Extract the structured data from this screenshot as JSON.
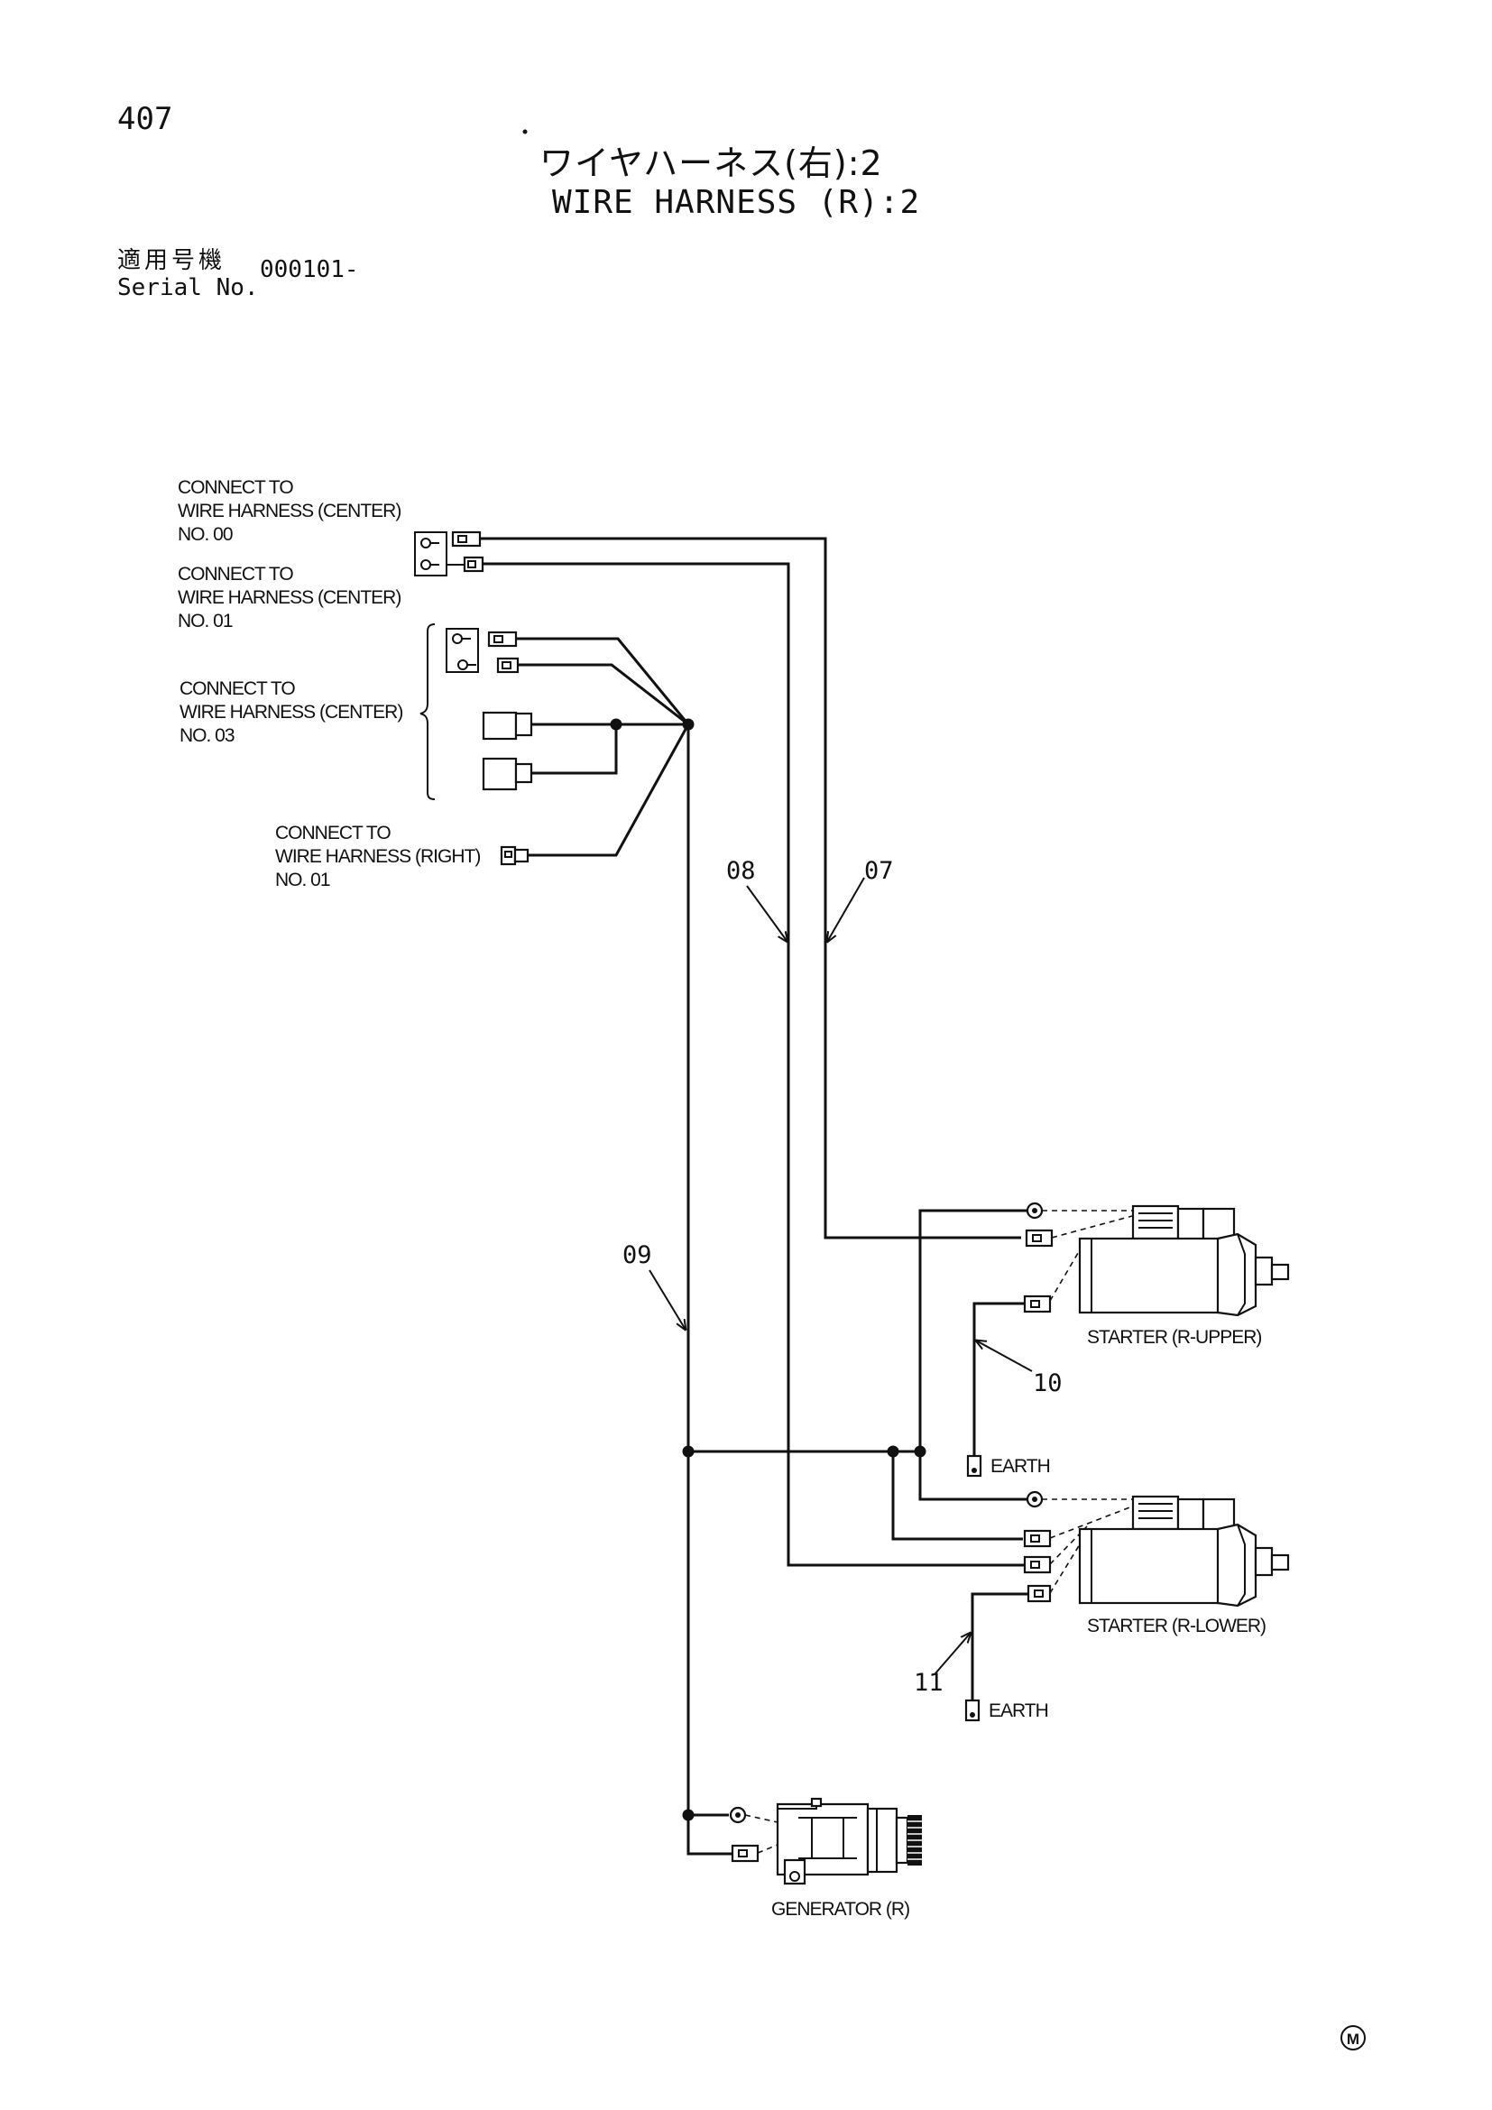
{
  "header": {
    "page_number": "407",
    "title_ja": "ワイヤハーネス(右):2",
    "title_en": "WIRE HARNESS (R):2",
    "serial_label_ja": "適用号機",
    "serial_label_en": "Serial No.",
    "serial_value": "000101-"
  },
  "connectors": {
    "c00": {
      "line1": "CONNECT TO",
      "line2": "WIRE HARNESS (CENTER)",
      "line3": "NO. 00"
    },
    "c01": {
      "line1": "CONNECT TO",
      "line2": "WIRE HARNESS (CENTER)",
      "line3": "NO. 01"
    },
    "c03": {
      "line1": "CONNECT TO",
      "line2": "WIRE HARNESS (CENTER)",
      "line3": "NO. 03"
    },
    "r01": {
      "line1": "CONNECT TO",
      "line2": "WIRE HARNESS (RIGHT)",
      "line3": "NO. 01"
    }
  },
  "parts": {
    "starter_upper": "STARTER (R-UPPER)",
    "starter_lower": "STARTER (R-LOWER)",
    "generator": "GENERATOR (R)",
    "earth_1": "EARTH",
    "earth_2": "EARTH"
  },
  "callouts": {
    "n07": "07",
    "n08": "08",
    "n09": "09",
    "n10": "10",
    "n11": "11"
  },
  "footer": {
    "mark": "M"
  }
}
